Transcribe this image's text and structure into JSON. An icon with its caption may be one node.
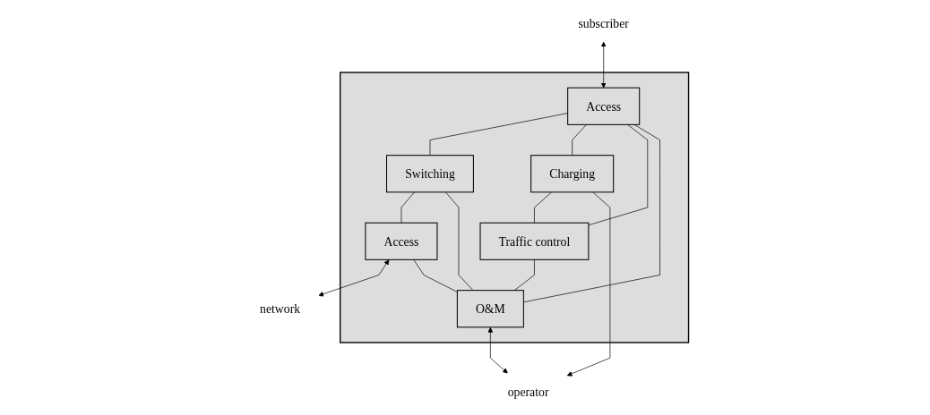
{
  "diagram": {
    "nodes": [
      {
        "text": [
          "subscriber"
        ]
      },
      {
        "text": [],
        "shape": "box"
      },
      {
        "text": [
          "Access"
        ],
        "in": 1
      },
      {
        "text": [
          "Switching"
        ],
        "in": 1
      },
      {
        "text": [
          "Access"
        ],
        "in": 1
      },
      {
        "text": [
          "network"
        ]
      },
      {
        "text": [
          "Charging"
        ],
        "in": 1
      },
      {
        "text": [
          "Traffic control"
        ],
        "in": 1
      },
      {
        "text": [
          "O&M"
        ],
        "in": 1
      },
      {
        "text": [
          "operator"
        ]
      }
    ],
    "edges": [
      {
        "from": 0,
        "to": 2,
        "arrow": "both"
      },
      {
        "from": 2,
        "to": 3,
        "arrow": "none"
      },
      {
        "from": 3,
        "to": 4,
        "arrow": "none"
      },
      {
        "from": 4,
        "to": 5,
        "arrow": "both"
      },
      {
        "from": 2,
        "to": 6,
        "arrow": "none"
      },
      {
        "from": 2,
        "to": 7,
        "arrow": "none"
      },
      {
        "from": 2,
        "to": 8,
        "arrow": "none"
      },
      {
        "from": 3,
        "to": 8,
        "arrow": "none"
      },
      {
        "from": 4,
        "to": 8,
        "arrow": "none"
      },
      {
        "from": 6,
        "to": 7,
        "arrow": "none"
      },
      {
        "from": 7,
        "to": 8,
        "arrow": "none"
      },
      {
        "from": 6,
        "to": 9,
        "arrow": "to"
      },
      {
        "from": 8,
        "to": 9,
        "arrow": "both"
      }
    ]
  }
}
